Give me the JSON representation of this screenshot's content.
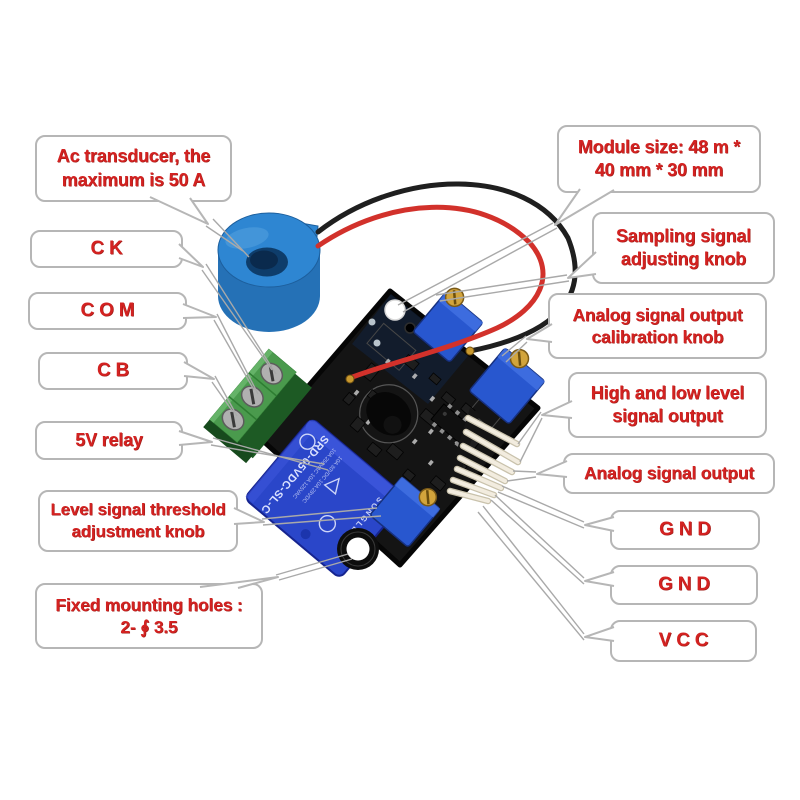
{
  "annotations": {
    "ac_transducer": {
      "text": "Ac transducer, the\nmaximum is 50 A"
    },
    "ck": {
      "text": "C K"
    },
    "com": {
      "text": "C O M"
    },
    "cb": {
      "text": "C B"
    },
    "relay_5v": {
      "text": "5V relay"
    },
    "level_threshold": {
      "text": "Level signal threshold\nadjustment knob"
    },
    "mounting_holes": {
      "text": "Fixed mounting holes :\n2- ∮ 3.5"
    },
    "module_size": {
      "text": "Module size: 48 m *\n40 mm  * 30 mm"
    },
    "sampling_knob": {
      "text": "Sampling signal\nadjusting knob"
    },
    "analog_calibration": {
      "text": "Analog signal output\ncalibration knob"
    },
    "high_low_output": {
      "text": "High and low level\nsignal output"
    },
    "analog_output": {
      "text": "Analog signal output"
    },
    "gnd_1": {
      "text": "G N D"
    },
    "gnd_2": {
      "text": "G N D"
    },
    "vcc": {
      "text": "V C C"
    }
  },
  "board": {
    "relay_model": "SRD-05VDC-SL-C",
    "relay_brand": "SONGLE",
    "relay_rating_1": "10A 250VAC 10A 125VAC",
    "relay_rating_2": "10A 30VDC 10A 28VDC"
  },
  "colors": {
    "label_text_red": "#d32221",
    "box_border_gray": "#b6b6b6",
    "pointer_line_gray": "#a9a9a9",
    "pcb_black": "#141414",
    "toroid_blue": "#2e86d2",
    "relay_blue": "#2a46c9",
    "trimmer_blue": "#2857cf",
    "terminal_green": "#4a9a4d",
    "pin_ivory": "#f2ecdf",
    "wire_red": "#d2312b",
    "wire_black": "#1f1f1f",
    "gold": "#d2a43c"
  }
}
